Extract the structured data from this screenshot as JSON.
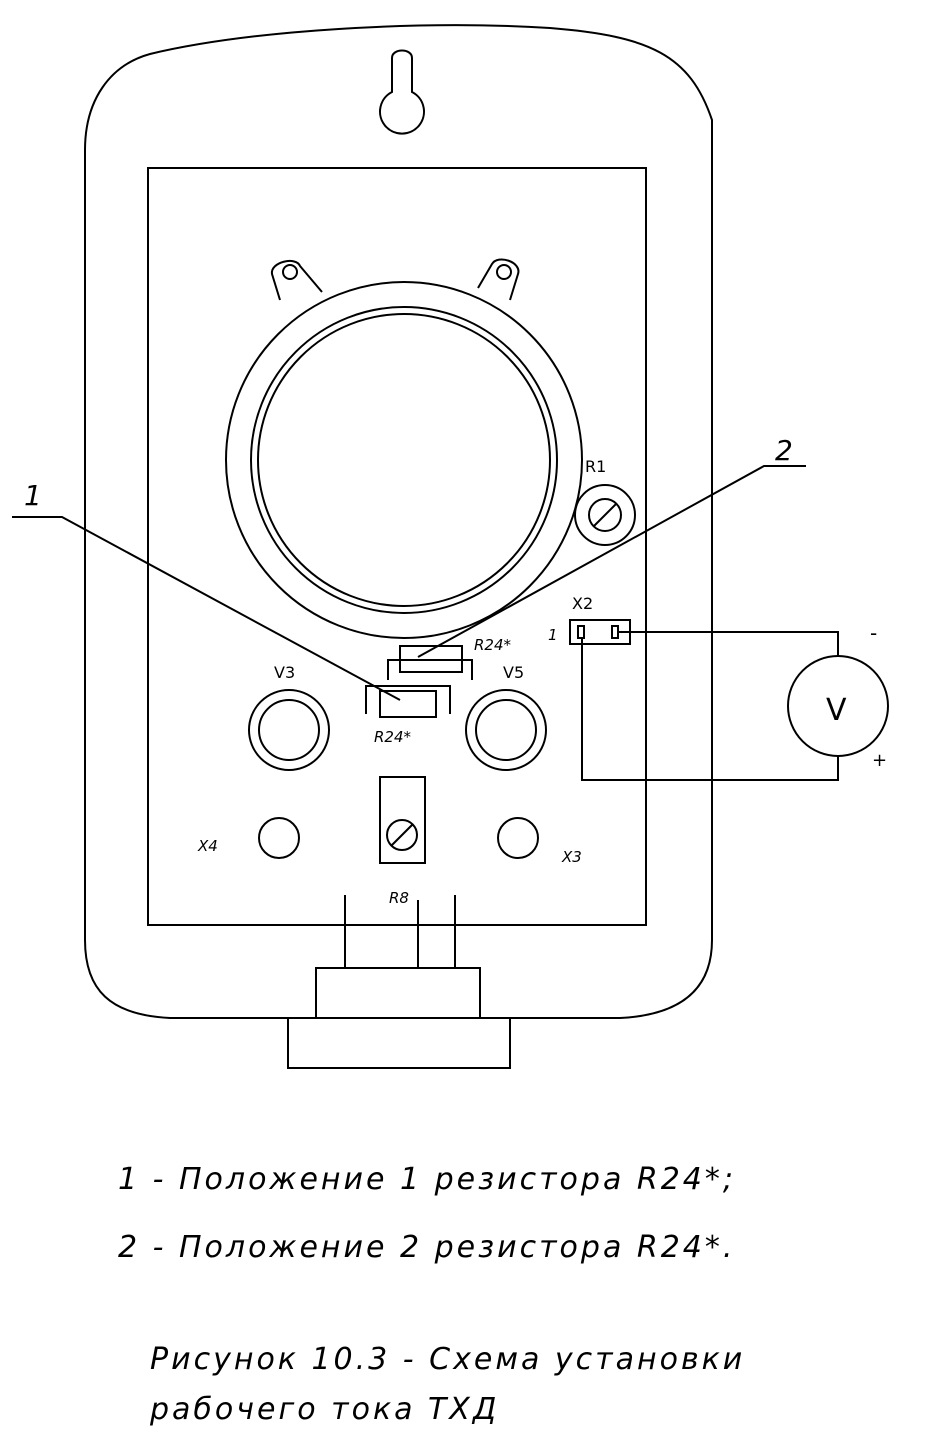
{
  "labels": {
    "callout_1": "1",
    "callout_2": "2",
    "r1": "R1",
    "x2": "X2",
    "x2_pin": "1",
    "minus": "-",
    "plus": "+",
    "voltmeter": "V",
    "r24_pos2": "R24*",
    "r24_pos1": "R24*",
    "v3": "V3",
    "v5": "V5",
    "x4": "X4",
    "x3": "X3",
    "r8": "R8"
  },
  "legend": {
    "item1": "1 - Положение 1 резистора R24*;",
    "item2": "2 - Положение 2 резистора R24*."
  },
  "caption": {
    "line1": "Рисунок 10.3 - Схема установки",
    "line2": "рабочего тока ТХД"
  }
}
